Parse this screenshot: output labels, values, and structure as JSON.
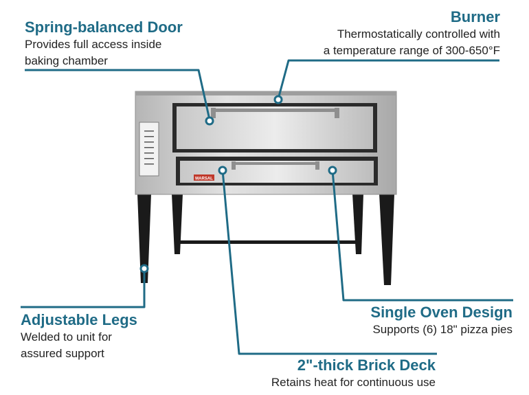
{
  "colors": {
    "accent": "#1f6b86",
    "text": "#222222",
    "oven_body": "#c9c9c9",
    "legs": "#1a1a1a"
  },
  "oven": {
    "brand_badge": "MARSAL"
  },
  "callouts": {
    "door": {
      "title": "Spring-balanced Door",
      "desc_lines": [
        "Provides full access inside",
        "baking chamber"
      ]
    },
    "burner": {
      "title": "Burner",
      "desc_lines": [
        "Thermostatically controlled with",
        "a temperature range of 300-650°F"
      ]
    },
    "legs": {
      "title": "Adjustable Legs",
      "desc_lines": [
        "Welded to unit for",
        "assured support"
      ]
    },
    "single_oven": {
      "title": "Single Oven Design",
      "desc_lines": [
        "Supports (6) 18\" pizza pies"
      ]
    },
    "brick_deck": {
      "title": "2\"-thick Brick Deck",
      "desc_lines": [
        "Retains heat for continuous use"
      ]
    }
  }
}
